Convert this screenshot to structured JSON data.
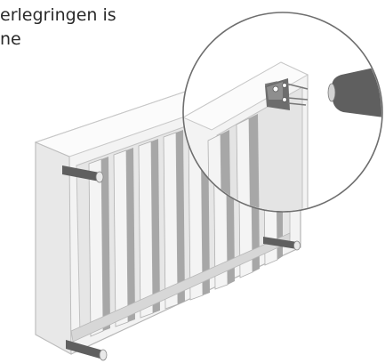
{
  "caption": {
    "line1": "erlegringen is",
    "line2": "ne"
  },
  "colors": {
    "frame": "#f2f2f2",
    "frame_shadow": "#d9d9d9",
    "slat_dark": "#9e9e9e",
    "slat_mid": "#c4c4c4",
    "leg": "#5f5f5f",
    "outline": "#7a7a7a"
  },
  "icons": [
    "sofa-frame-illustration",
    "magnifier-callout",
    "bolt-mounting-bracket",
    "leg-detail"
  ]
}
